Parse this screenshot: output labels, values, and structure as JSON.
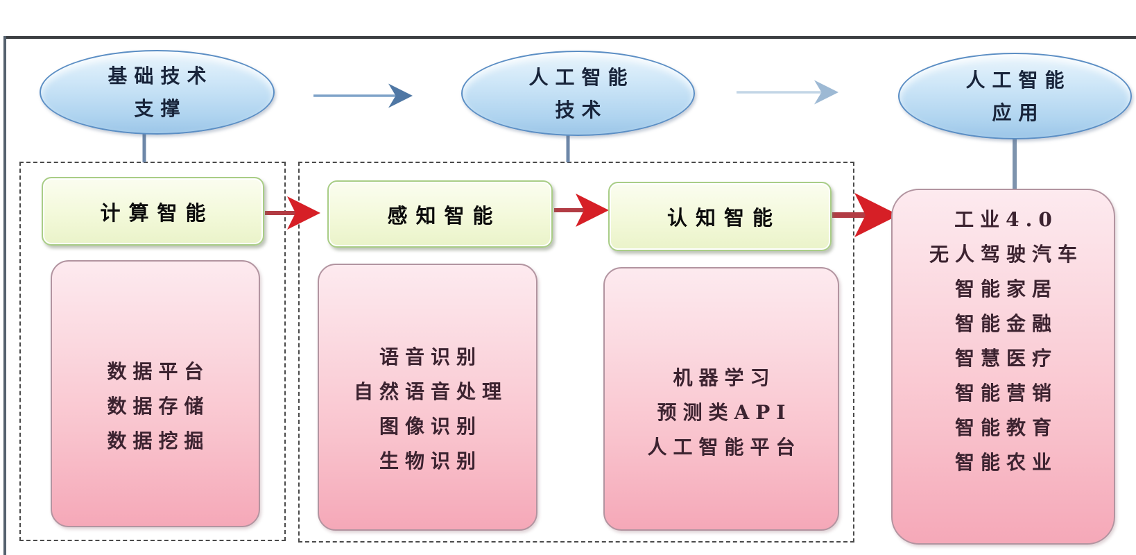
{
  "diagram": {
    "title_implicit": "",
    "ellipses": [
      {
        "id": "foundation-support",
        "lines": [
          "基础技术",
          "支撑"
        ]
      },
      {
        "id": "ai-technology",
        "lines": [
          "人工智能",
          "技术"
        ]
      },
      {
        "id": "ai-application",
        "lines": [
          "人工智能",
          "应用"
        ]
      }
    ],
    "stages": [
      {
        "label": "计算智能",
        "items": [
          "数据平台",
          "数据存储",
          "数据挖掘"
        ]
      },
      {
        "label": "感知智能",
        "items": [
          "语音识别",
          "自然语音处理",
          "图像识别",
          "生物识别"
        ]
      },
      {
        "label": "认知智能",
        "items": [
          "机器学习",
          "预测类API",
          "人工智能平台"
        ]
      }
    ],
    "applications": {
      "items": [
        "工业4.0",
        "无人驾驶汽车",
        "智能家居",
        "智能金融",
        "智慧医疗",
        "智能营销",
        "智能教育",
        "智能农业"
      ]
    },
    "colors": {
      "ellipse_fill": "#c5e0f5",
      "ellipse_border": "#5b8ec4",
      "green_box_fill": "#f3f9da",
      "green_box_border": "#a9cd86",
      "pink_box_fill_top": "#fdeaef",
      "pink_box_fill_bottom": "#f5a8b8",
      "pink_box_border": "#b294a0",
      "dashed_border": "#4a4a4a",
      "blue_arrow": "#7fa3c8",
      "light_blue_arrow": "#b5c9dc",
      "red_arrow_shaft": "#b23c44",
      "red_arrow_head": "#d61f26",
      "frame_line": "#3c3f42"
    }
  }
}
